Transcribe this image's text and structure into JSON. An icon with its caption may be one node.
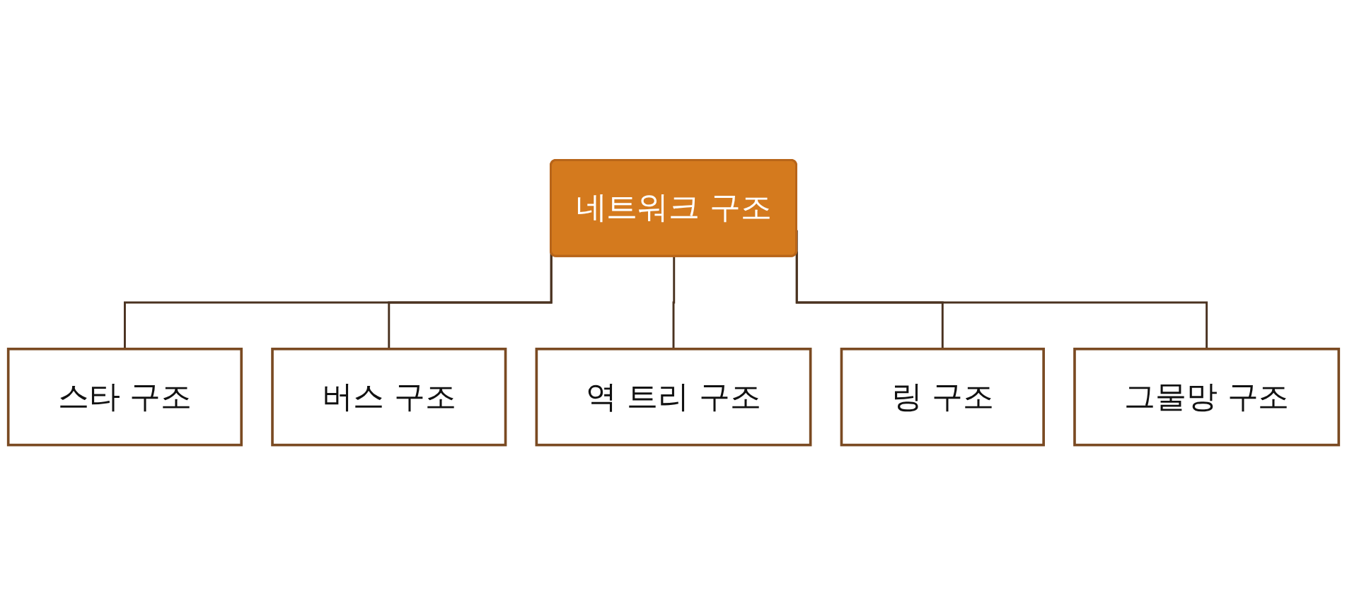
{
  "diagram": {
    "nodes": [
      {
        "text": [
          "네트워크 구조"
        ]
      },
      {
        "text": [
          "스타 구조"
        ]
      },
      {
        "text": [
          "버스 구조"
        ]
      },
      {
        "text": [
          "역 트리 구조"
        ]
      },
      {
        "text": [
          "링 구조"
        ]
      },
      {
        "text": [
          "그물망 구조"
        ]
      }
    ],
    "edges": [
      {
        "from": 0,
        "to": 1,
        "arrow": "none"
      },
      {
        "from": 0,
        "to": 2,
        "arrow": "none"
      },
      {
        "from": 0,
        "to": 3,
        "arrow": "none"
      },
      {
        "from": 0,
        "to": 4,
        "arrow": "none"
      },
      {
        "from": 0,
        "to": 5,
        "arrow": "none"
      }
    ]
  }
}
